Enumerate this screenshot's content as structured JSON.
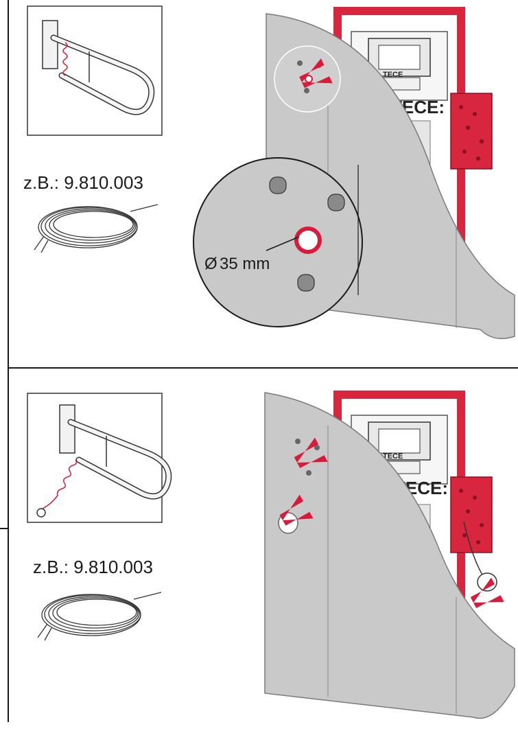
{
  "steps": [
    {
      "article_label": "z.B.: 9.810.003",
      "brand": "TECE:",
      "plate_text": "TECE"
    },
    {
      "article_label": "z.B.: 9.810.003",
      "brand": "TECE:",
      "plate_text": "TECE"
    }
  ],
  "dimension": {
    "symbol": "Ø",
    "value": "35 mm"
  },
  "colors": {
    "frame_red": "#d7263d",
    "panel_grey": "#c9c9c9",
    "arrow_red": "#d81b3a",
    "line": "#1a1a1a"
  }
}
